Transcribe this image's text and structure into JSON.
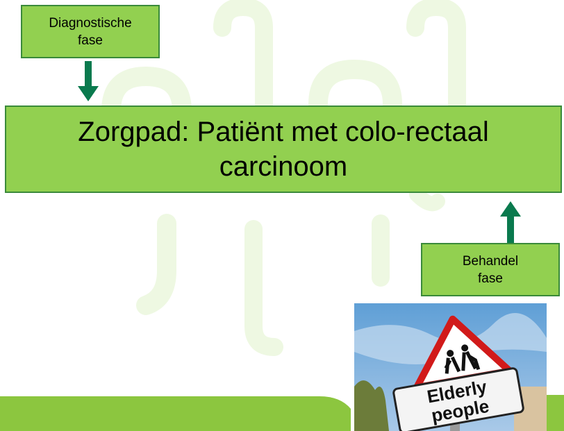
{
  "colors": {
    "box_fill": "#92d050",
    "box_border": "#3a8a3a",
    "arrow": "#0a7a4e",
    "watermark": "#eef8e2",
    "bottom_band": "#8cc63f"
  },
  "boxes": {
    "diagnostic": {
      "line1": "Diagnostische",
      "line2": "fase"
    },
    "main": {
      "line1": "Zorgpad: Patiënt met colo-rectaal",
      "line2": "carcinoom"
    },
    "treatment": {
      "line1": "Behandel",
      "line2": "fase"
    }
  },
  "sign": {
    "line1": "Elderly",
    "line2": "people"
  }
}
